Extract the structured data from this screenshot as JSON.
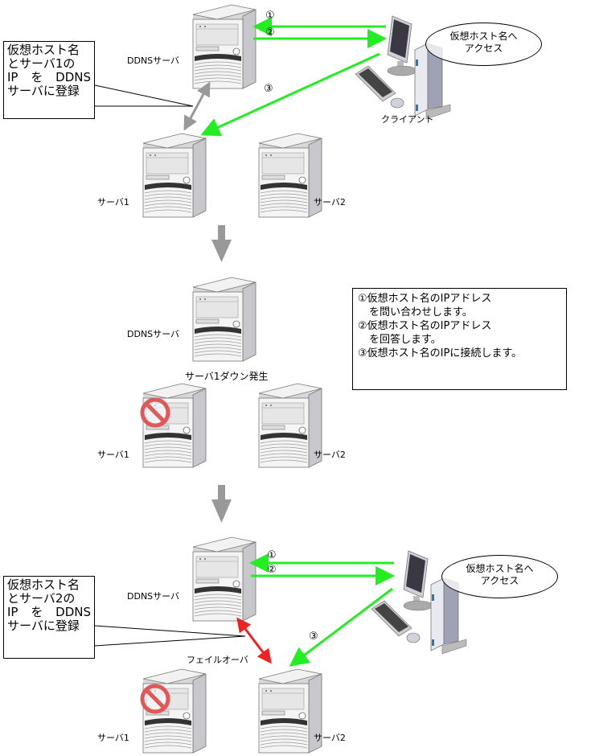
{
  "stage1": {
    "ddns_label": "DDNSサーバ",
    "client_label": "クライアント",
    "server1_label": "サーバ1",
    "server2_label": "サーバ2",
    "callout_lines": [
      [
        "仮想ホスト名"
      ],
      [
        "とサーバ1の"
      ],
      [
        "IP",
        "を",
        "DDNS"
      ],
      [
        "サーバに登録"
      ]
    ],
    "bubble_lines": [
      "仮想ホスト名へ",
      "アクセス"
    ],
    "step1": "①",
    "step2": "②",
    "step3": "③"
  },
  "stage2": {
    "ddns_label": "DDNSサーバ",
    "event_label": "サーバ1ダウン発生",
    "server1_label": "サーバ1",
    "server2_label": "サーバ2"
  },
  "legend": {
    "lines": [
      {
        "text": "①仮想ホスト名のIPアドレス",
        "indent": false
      },
      {
        "text": "を問い合わせします。",
        "indent": true
      },
      {
        "text": "②仮想ホスト名のIPアドレス",
        "indent": false
      },
      {
        "text": "を回答します。",
        "indent": true
      },
      {
        "text": "③仮想ホスト名のIPに接続します。",
        "indent": false
      }
    ]
  },
  "stage3": {
    "ddns_label": "DDNSサーバ",
    "failover_label": "フェイルオーバ",
    "server1_label": "サーバ1",
    "server2_label": "サーバ2",
    "callout_lines": [
      [
        "仮想ホスト名"
      ],
      [
        "とサーバ2の"
      ],
      [
        "IP",
        "を",
        "DDNS"
      ],
      [
        "サーバに登録"
      ]
    ],
    "bubble_lines": [
      "仮想ホスト名へ",
      "アクセス"
    ],
    "step1": "①",
    "step2": "②",
    "step3": "③"
  },
  "colors": {
    "green_arrow": "#22ee22",
    "gray_arrow": "#999999",
    "red_arrow": "#ee2222"
  }
}
